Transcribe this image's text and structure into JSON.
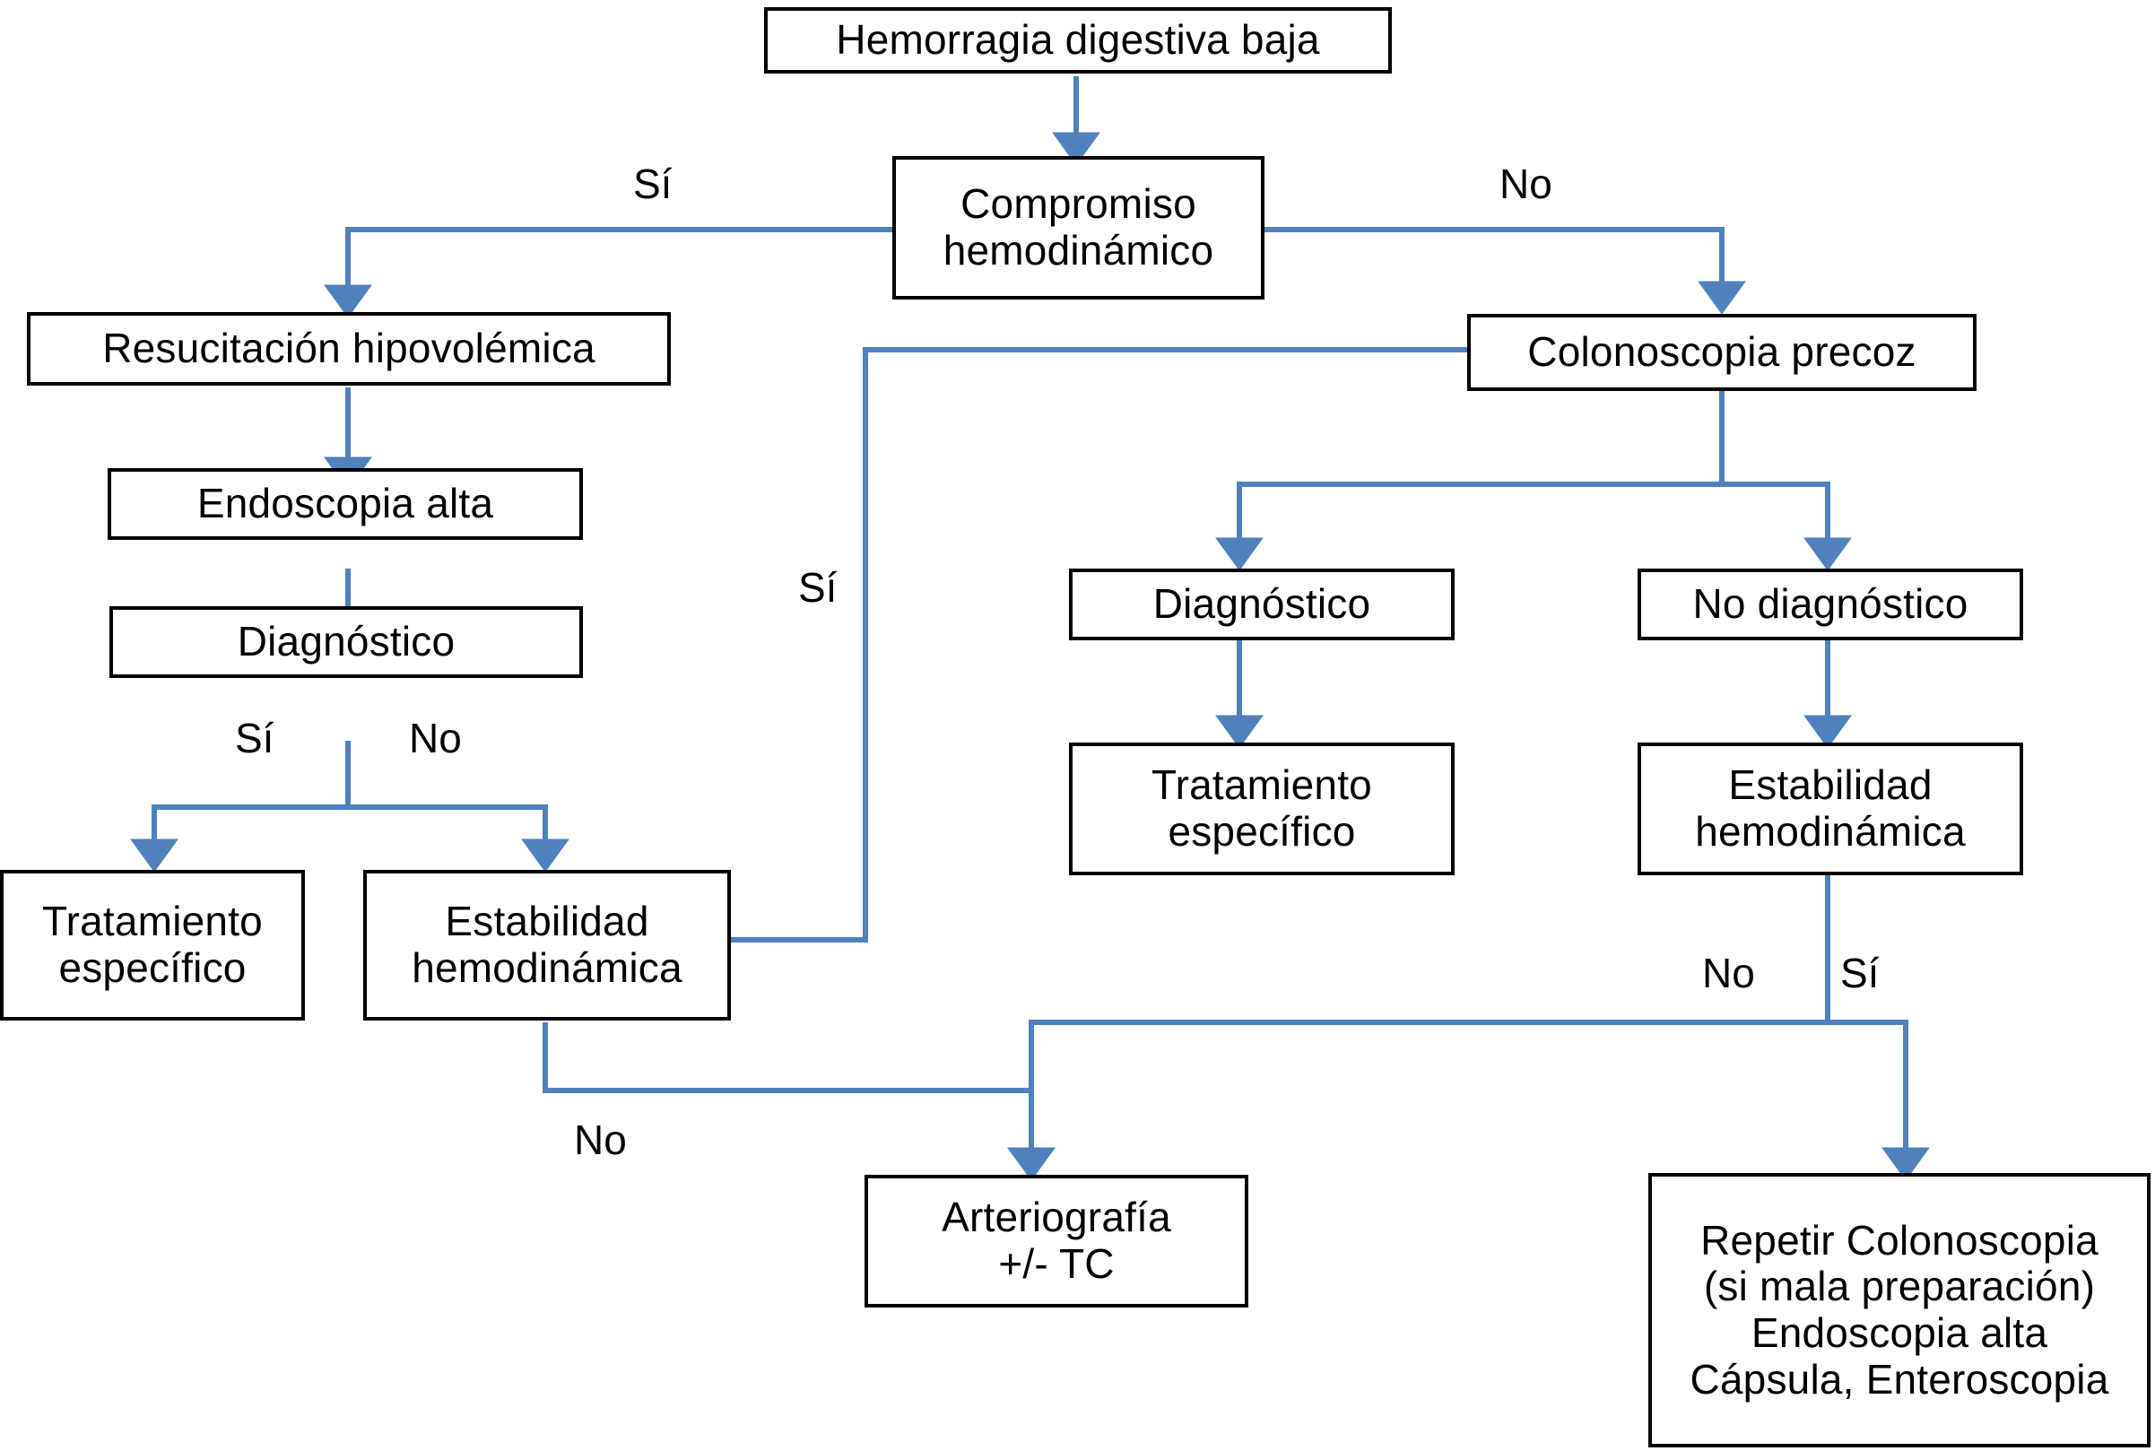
{
  "diagram": {
    "title": "Hemorragia digestiva baja",
    "language": "es",
    "accent_line_color": "#4f81bd",
    "node_border_color": "#000000",
    "node_fill_color": "#ffffff",
    "text_color": "#000000"
  },
  "nodes": {
    "start": "Hemorragia digestiva baja",
    "compromiso": "Compromiso\nhemodinámico",
    "resucitacion": "Resucitación hipovolémica",
    "endoscopia_alta": "Endoscopia alta",
    "diagnostico_izq": "Diagnóstico",
    "tratamiento_izq": "Tratamiento\nespecífico",
    "estabilidad_izq": "Estabilidad\nhemodinámica",
    "colonoscopia": "Colonoscopia precoz",
    "diagnostico_der": "Diagnóstico",
    "no_diagnostico": "No diagnóstico",
    "tratamiento_der": "Tratamiento\nespecífico",
    "estabilidad_der": "Estabilidad\nhemodinámica",
    "arteriografia": "Arteriografía\n+/- TC",
    "repetir": "Repetir Colonoscopia\n(si mala preparación)\nEndoscopia alta\nCápsula, Enteroscopia"
  },
  "edge_labels": {
    "compromiso_si": "Sí",
    "compromiso_no": "No",
    "estabilidad_izq_si": "Sí",
    "diagnostico_izq_si": "Sí",
    "diagnostico_izq_no": "No",
    "estabilidad_izq_no": "No",
    "estabilidad_der_no": "No",
    "estabilidad_der_si": "Sí"
  },
  "chart_data": {
    "type": "table",
    "title": "Hemorragia digestiva baja",
    "edges": [
      {
        "from": "Hemorragia digestiva baja",
        "to": "Compromiso hemodinámico",
        "label": ""
      },
      {
        "from": "Compromiso hemodinámico",
        "to": "Resucitación hipovolémica",
        "label": "Sí"
      },
      {
        "from": "Compromiso hemodinámico",
        "to": "Colonoscopia precoz",
        "label": "No"
      },
      {
        "from": "Resucitación hipovolémica",
        "to": "Endoscopia alta",
        "label": ""
      },
      {
        "from": "Endoscopia alta",
        "to": "Diagnóstico",
        "label": ""
      },
      {
        "from": "Diagnóstico",
        "to": "Tratamiento específico",
        "label": "Sí"
      },
      {
        "from": "Diagnóstico",
        "to": "Estabilidad hemodinámica",
        "label": "No"
      },
      {
        "from": "Estabilidad hemodinámica",
        "to": "Colonoscopia precoz",
        "label": "Sí"
      },
      {
        "from": "Estabilidad hemodinámica",
        "to": "Arteriografía +/- TC",
        "label": "No"
      },
      {
        "from": "Colonoscopia precoz",
        "to": "Diagnóstico",
        "label": ""
      },
      {
        "from": "Colonoscopia precoz",
        "to": "No diagnóstico",
        "label": ""
      },
      {
        "from": "Diagnóstico",
        "to": "Tratamiento específico",
        "label": ""
      },
      {
        "from": "No diagnóstico",
        "to": "Estabilidad hemodinámica",
        "label": ""
      },
      {
        "from": "Estabilidad hemodinámica",
        "to": "Arteriografía +/- TC",
        "label": "No"
      },
      {
        "from": "Estabilidad hemodinámica",
        "to": "Repetir Colonoscopia (si mala preparación) Endoscopia alta Cápsula, Enteroscopia",
        "label": "Sí"
      }
    ]
  }
}
